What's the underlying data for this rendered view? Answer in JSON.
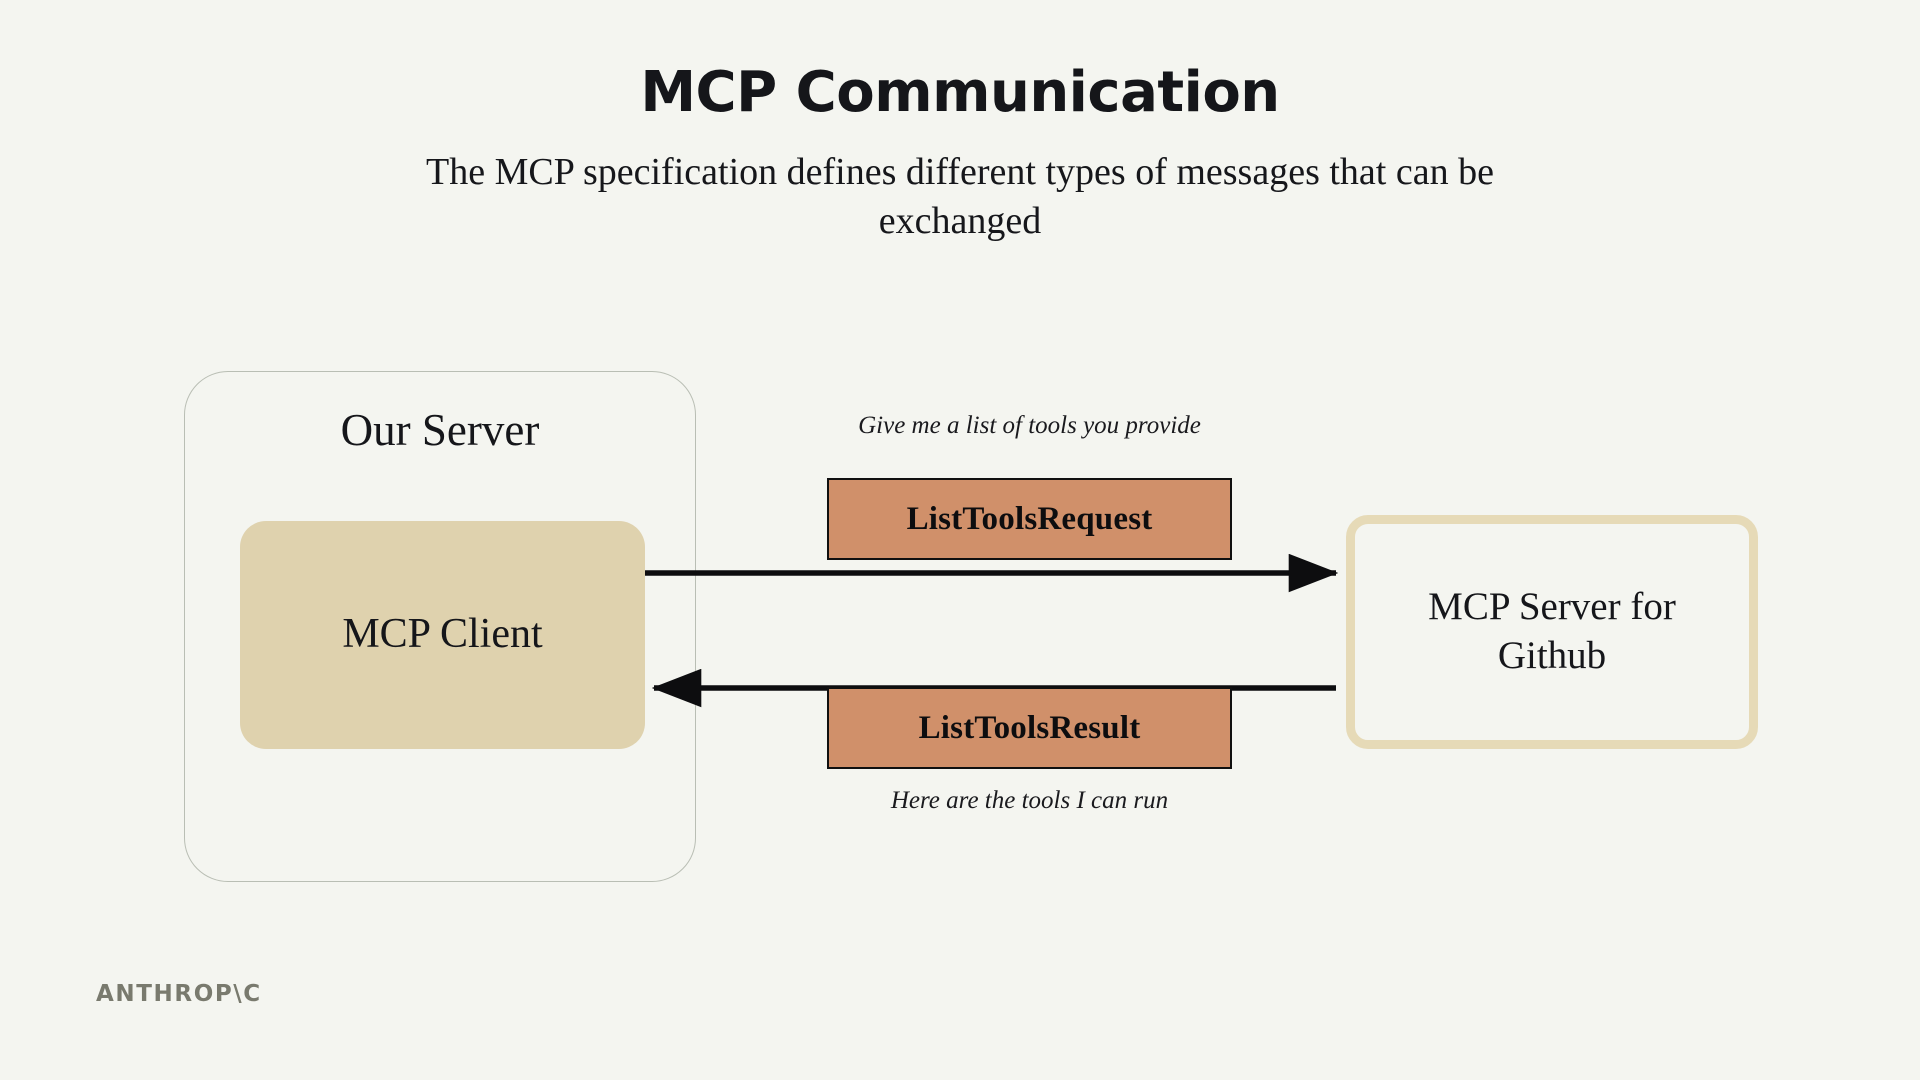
{
  "page": {
    "background_color": "#f4f5f0",
    "title": "MCP Communication",
    "subtitle": "The MCP specification defines different types of messages that can be exchanged"
  },
  "diagram": {
    "server_group": {
      "label": "Our Server",
      "border_color": "#b9beb4"
    },
    "client_box": {
      "label": "MCP Client",
      "fill_color": "#dfd2ae"
    },
    "remote_box": {
      "label": "MCP Server for Github",
      "border_color": "#e6dab7",
      "fill_color": "#f4f5f0"
    },
    "messages": [
      {
        "name": "list-tools-request",
        "label": "ListToolsRequest",
        "annotation": "Give me a list of tools you provide",
        "direction": "client-to-server",
        "fill_color": "#d0906a",
        "border_color": "#101010"
      },
      {
        "name": "list-tools-result",
        "label": "ListToolsResult",
        "annotation": "Here are the tools I can run",
        "direction": "server-to-client",
        "fill_color": "#d0906a",
        "border_color": "#101010"
      }
    ],
    "arrows": [
      {
        "name": "request-arrow",
        "from": "MCP Client",
        "to": "MCP Server for Github",
        "color": "#0d0d0f"
      },
      {
        "name": "result-arrow",
        "from": "MCP Server for Github",
        "to": "MCP Client",
        "color": "#0d0d0f"
      }
    ]
  },
  "footer": {
    "logo_text": "ANTHROP\\C",
    "logo_color": "#797a6e"
  }
}
